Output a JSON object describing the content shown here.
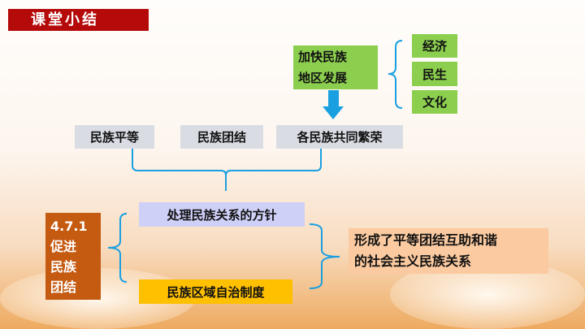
{
  "title": "课堂小结",
  "dev_box": {
    "line1": "加快民族",
    "line2": "地区发展"
  },
  "dev_items": [
    "经济",
    "民生",
    "文化"
  ],
  "principles": [
    "民族平等",
    "民族团结",
    "各民族共同繁荣"
  ],
  "policy": "处理民族关系的方针",
  "system": "民族区域自治制度",
  "section": {
    "number": "4.7.1",
    "line1": "促进",
    "line2": "民族",
    "line3": "团结"
  },
  "result": {
    "line1": "形成了平等团结互助和谐",
    "line2": "的社会主义民族关系"
  },
  "colors": {
    "title": "#b50a0a",
    "green": "#8ccf4f",
    "gray": "#d9dde3",
    "purple": "#cfd0f8",
    "yellow": "#ffc000",
    "brown": "#c55a11",
    "orange": "#fbcaa0",
    "bracket": "#1aa0e0"
  }
}
